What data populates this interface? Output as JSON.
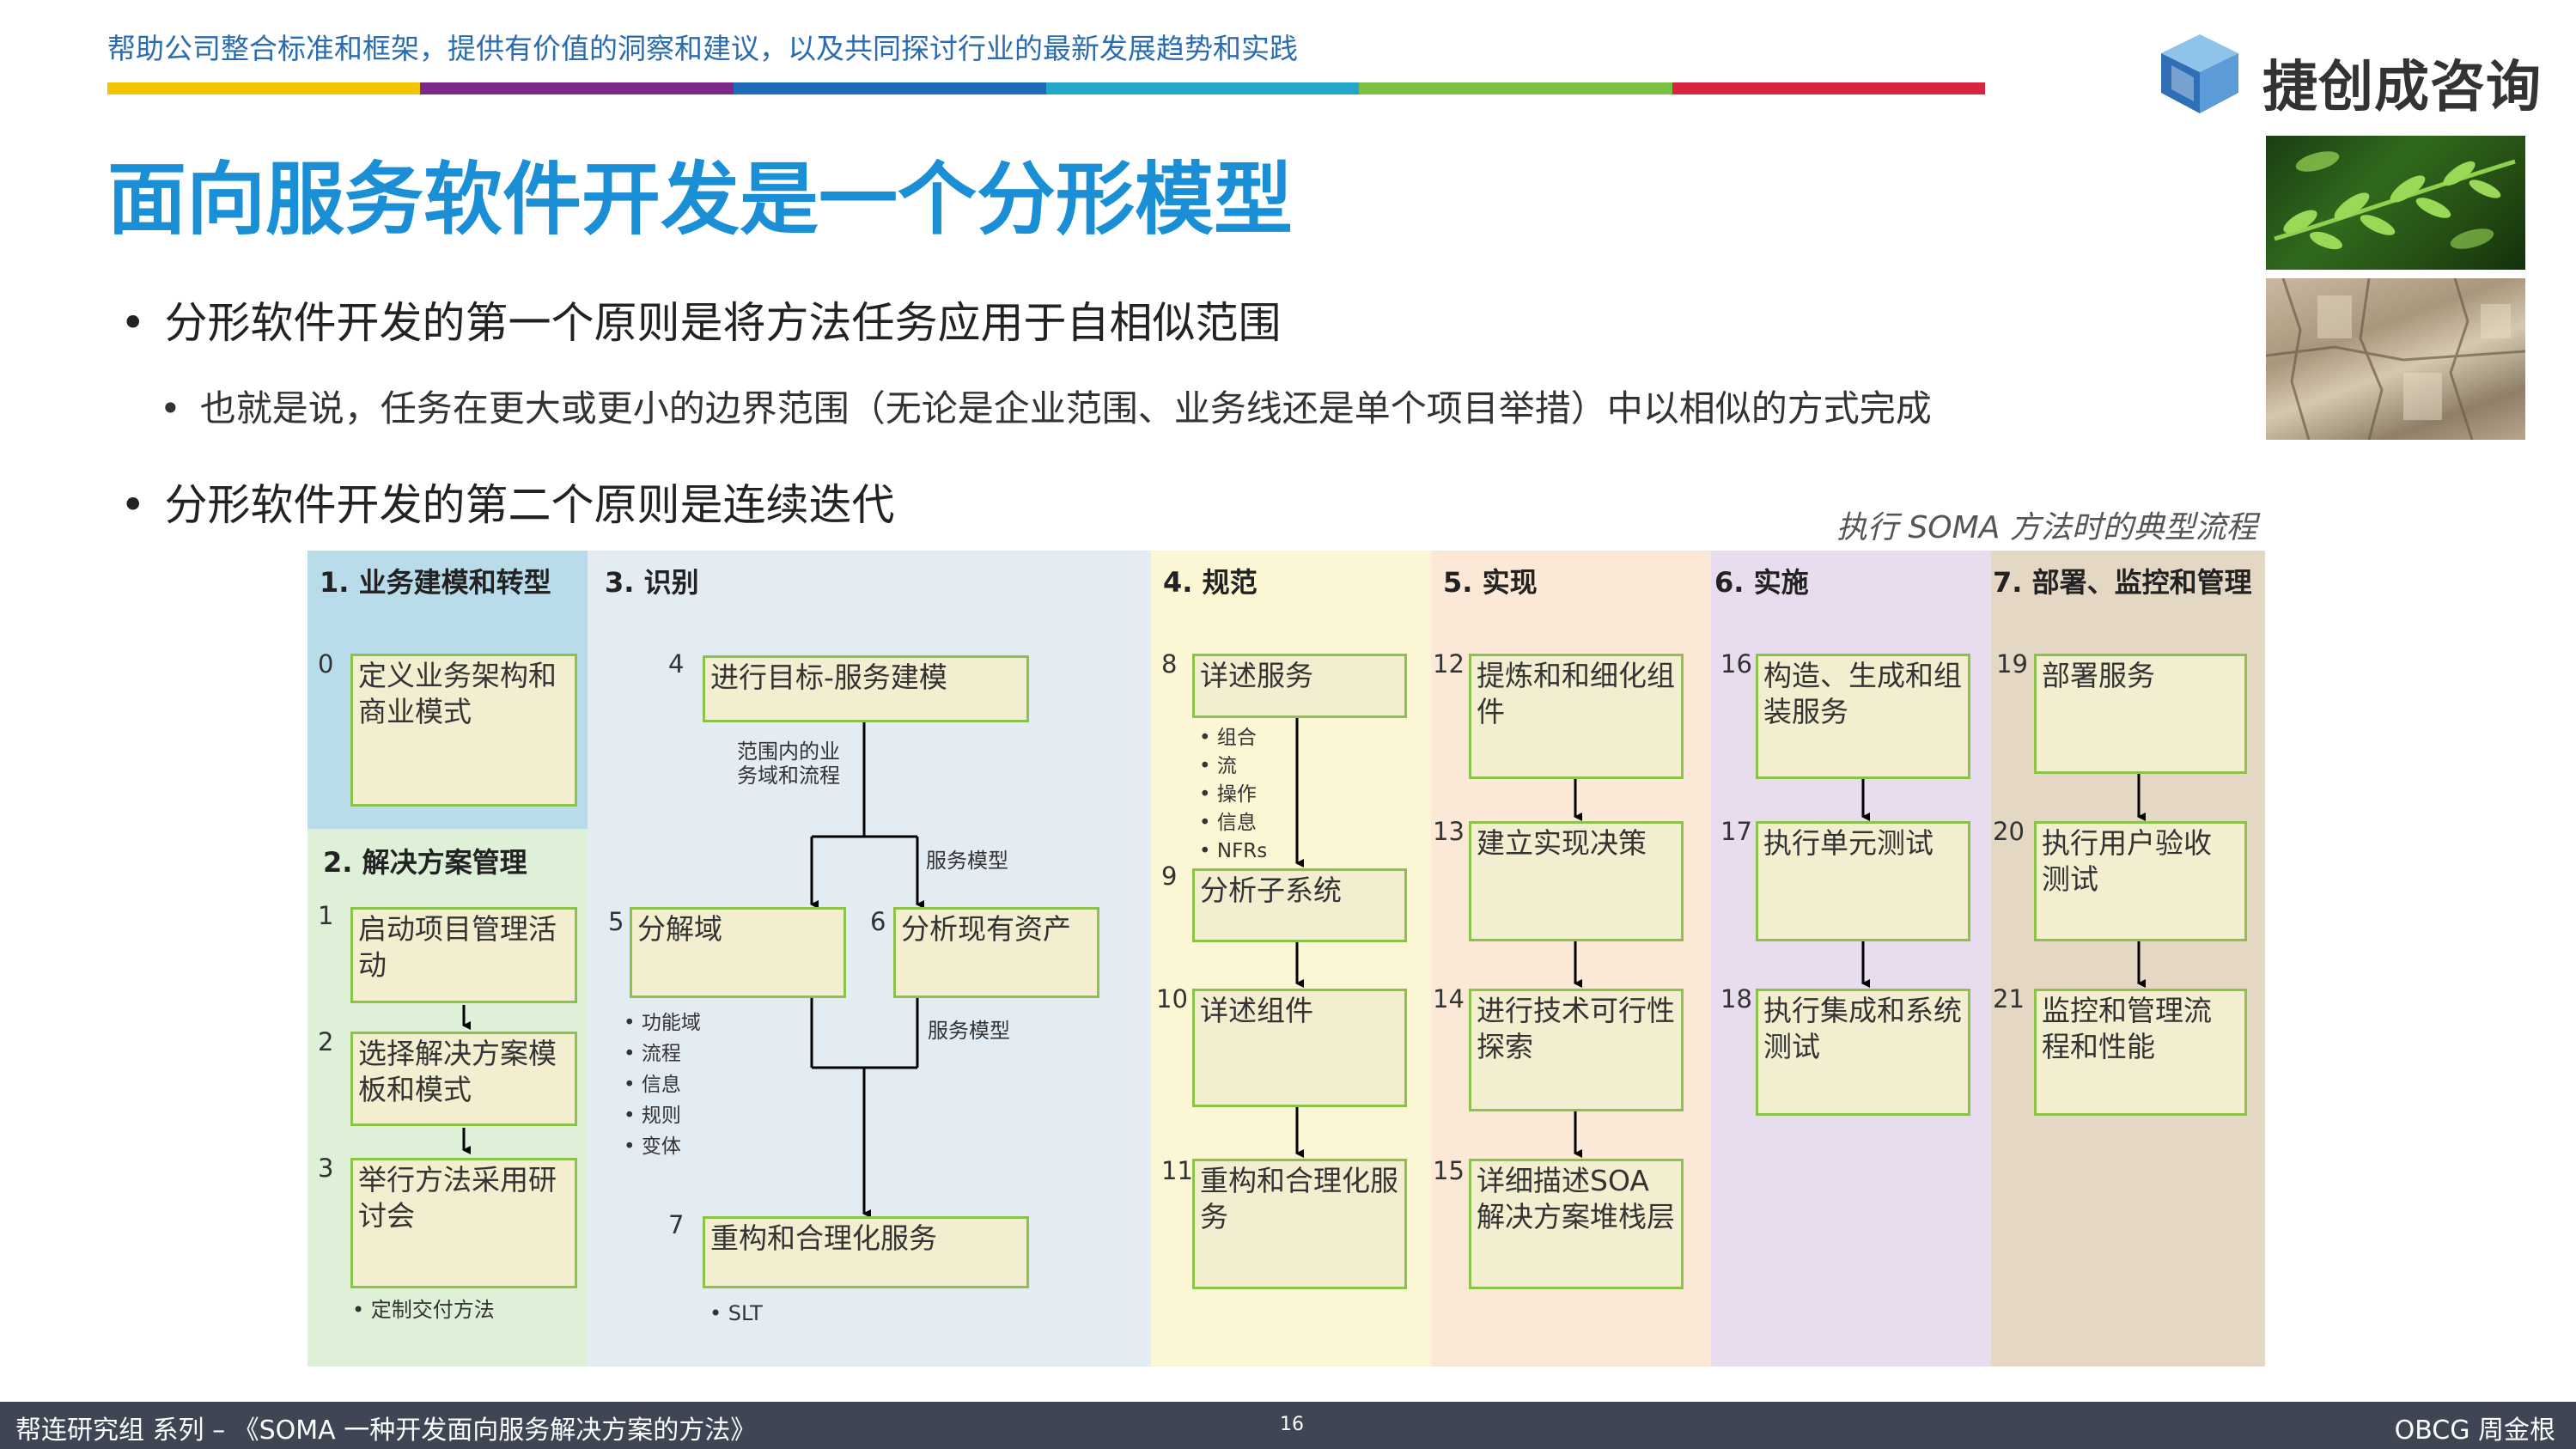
{
  "header": {
    "tagline": "帮助公司整合标准和框架，提供有价值的洞察和建议，以及共同探讨行业的最新发展趋势和实践",
    "logo_text": "捷创成咨询",
    "color_bar": [
      "#f2c500",
      "#7b2a8c",
      "#1e6bb8",
      "#22a6c9",
      "#7ac143",
      "#d9243d"
    ]
  },
  "title": "面向服务软件开发是一个分形模型",
  "bullets": {
    "b1": "分形软件开发的第一个原则是将方法任务应用于自相似范围",
    "b1_sub": "也就是说，任务在更大或更小的边界范围（无论是企业范围、业务线还是单个项目举措）中以相似的方式完成",
    "b2": "分形软件开发的第二个原则是连续迭代",
    "dot": "•"
  },
  "diagram": {
    "caption": "执行 SOMA 方法时的典型流程",
    "columns": {
      "c1": {
        "header": "1. 业务建模和转型",
        "color": "#b9dcea"
      },
      "c2": {
        "header": "2. 解决方案管理",
        "color": "#def0d8"
      },
      "c3": {
        "header": "3. 识别",
        "color": "#e3ebf3"
      },
      "c4": {
        "header": "4. 规范",
        "color": "#fbf7d4"
      },
      "c5": {
        "header": "5. 实现",
        "color": "#fbe8d6"
      },
      "c6": {
        "header": "6. 实施",
        "color": "#e8dcef"
      },
      "c7": {
        "header": "7. 部署、监控和管理",
        "color": "#e4d8c4"
      }
    },
    "steps": {
      "s0": {
        "num": "0",
        "label": "定义业务架构和商业模式"
      },
      "s1": {
        "num": "1",
        "label": "启动项目管理活动"
      },
      "s2": {
        "num": "2",
        "label": "选择解决方案模板和模式"
      },
      "s3": {
        "num": "3",
        "label": "举行方法采用研讨会"
      },
      "s4": {
        "num": "4",
        "label": "进行目标-服务建模"
      },
      "s5": {
        "num": "5",
        "label": "分解域"
      },
      "s6": {
        "num": "6",
        "label": "分析现有资产"
      },
      "s7": {
        "num": "7",
        "label": "重构和合理化服务"
      },
      "s8": {
        "num": "8",
        "label": "详述服务"
      },
      "s9": {
        "num": "9",
        "label": "分析子系统"
      },
      "s10": {
        "num": "10",
        "label": "详述组件"
      },
      "s11": {
        "num": "11",
        "label": "重构和合理化服务"
      },
      "s12": {
        "num": "12",
        "label": "提炼和和细化组件"
      },
      "s13": {
        "num": "13",
        "label": "建立实现决策"
      },
      "s14": {
        "num": "14",
        "label": "进行技术可行性探索"
      },
      "s15": {
        "num": "15",
        "label": "详细描述SOA解决方案堆栈层"
      },
      "s16": {
        "num": "16",
        "label": "构造、生成和组装服务"
      },
      "s17": {
        "num": "17",
        "label": "执行单元测试"
      },
      "s18": {
        "num": "18",
        "label": "执行集成和系统测试"
      },
      "s19": {
        "num": "19",
        "label": "部署服务"
      },
      "s20": {
        "num": "20",
        "label": "执行用户验收测试"
      },
      "s21": {
        "num": "21",
        "label": "监控和管理流程和性能"
      }
    },
    "notes": {
      "delivery": "• 定制交付方法",
      "scope": "范围内的业务域和流程",
      "service_model_1": "服务模型",
      "service_model_2": "服务模型",
      "domain_list": [
        "• 功能域",
        "• 流程",
        "• 信息",
        "• 规则",
        "• 变体"
      ],
      "spec_list": [
        "• 组合",
        "• 流",
        "• 操作",
        "• 信息",
        "• NFRs"
      ],
      "slt": "• SLT"
    }
  },
  "footer": {
    "left": "帮连研究组 系列  –  《SOMA 一种开发面向服务解决方案的方法》",
    "page": "16",
    "right": "OBCG 周金根"
  }
}
